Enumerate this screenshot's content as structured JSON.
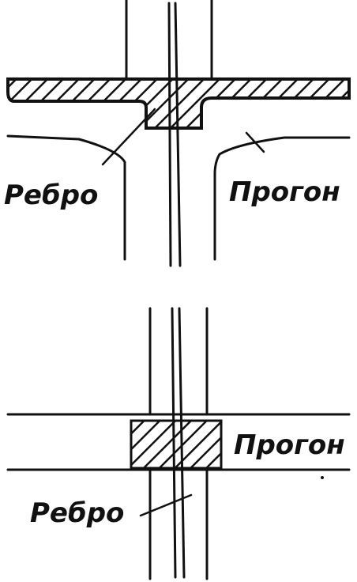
{
  "top_view": {
    "label_left": "Ребро",
    "label_right": "Прогон"
  },
  "bottom_view": {
    "label_right": "Прогон",
    "label_left": "Ребро"
  },
  "colors": {
    "ink": "#111111",
    "background": "#ffffff"
  }
}
